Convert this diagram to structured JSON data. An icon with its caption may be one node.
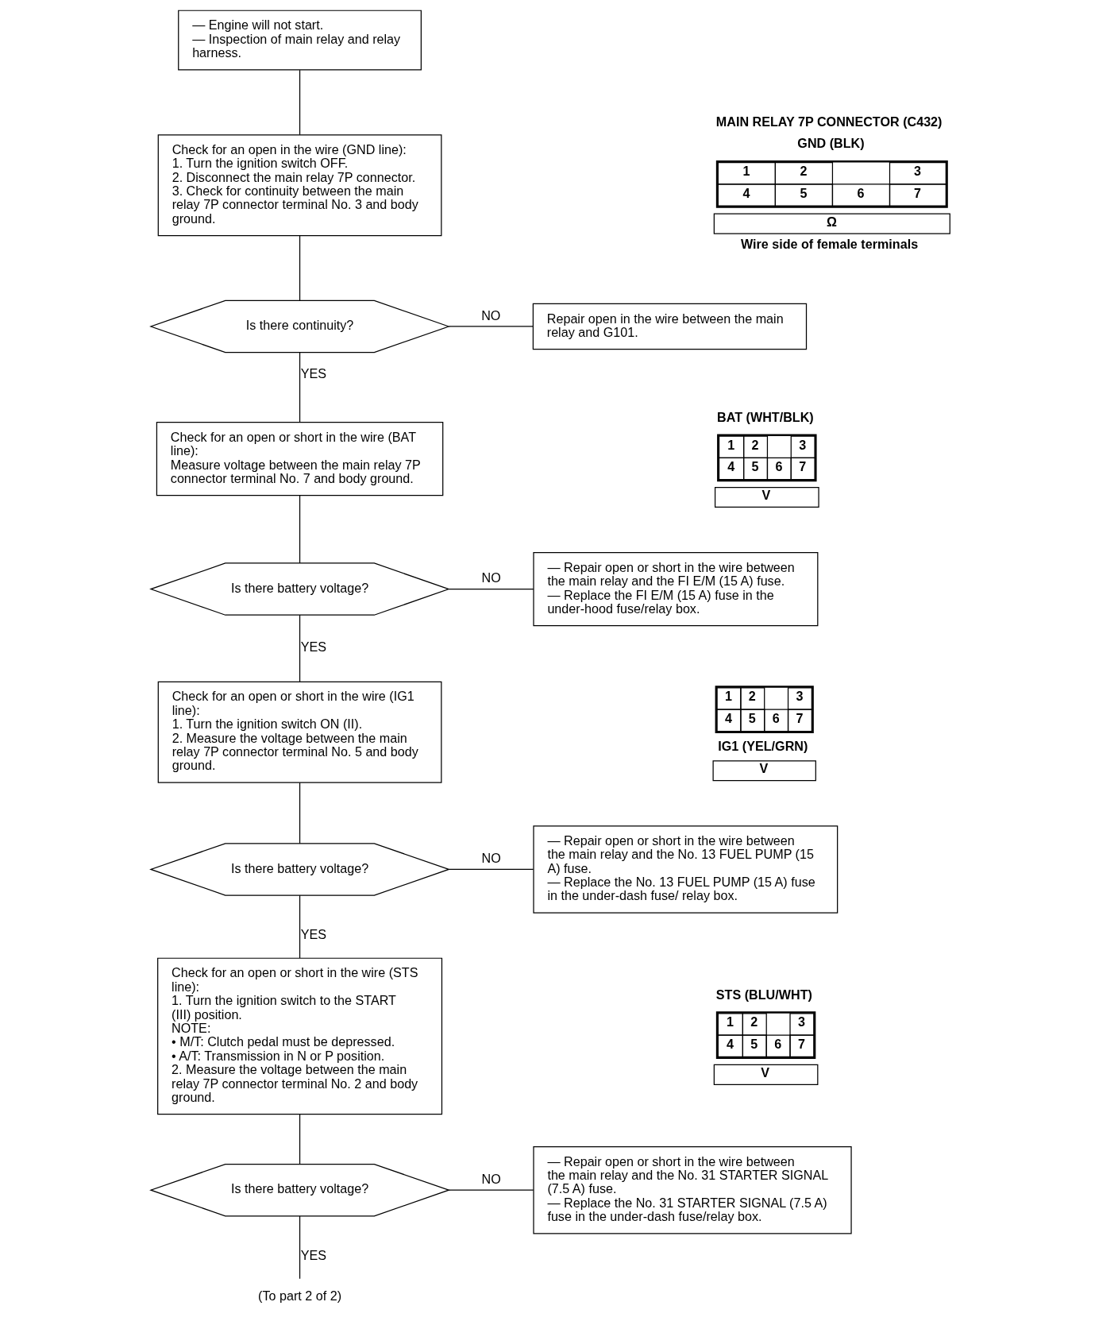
{
  "diagram": {
    "nodes": [
      {
        "text": [
          "— Engine will not start.",
          "— Inspection of main relay and relay harness."
        ]
      },
      {
        "text": [
          "Check for an open in the wire (GND line):",
          "1. Turn the ignition switch OFF.",
          "2. Disconnect the main relay 7P connector.",
          "3. Check for continuity between the main relay 7P connector terminal No. 3 and body ground."
        ]
      },
      {
        "text": [
          "Is there continuity?"
        ]
      },
      {
        "text": [
          "Repair open in the wire between the main relay and G101."
        ]
      },
      {
        "text": [
          "Check for an open or short in the wire (BAT line):",
          "Measure voltage between the main relay 7P connector terminal No. 7 and body ground."
        ]
      },
      {
        "text": [
          "Is there battery voltage?"
        ]
      },
      {
        "text": [
          "— Repair open or short in the wire between the main relay and the FI E/M (15 A) fuse.",
          "— Replace the FI E/M (15 A) fuse in the under-hood fuse/relay box."
        ]
      },
      {
        "text": [
          "Check for an open or short in the wire (IG1 line):",
          "1. Turn the ignition switch ON (II).",
          "2. Measure the voltage between the main relay 7P connector terminal No. 5 and body ground."
        ]
      },
      {
        "text": [
          "Is there battery voltage?"
        ]
      },
      {
        "text": [
          "— Repair open or short in the wire between the main relay and the No. 13 FUEL PUMP (15 A) fuse.",
          "— Replace the No. 13 FUEL PUMP (15 A) fuse in the under-dash fuse/ relay box."
        ]
      },
      {
        "text": [
          "Check for an open or short in the wire (STS line):",
          "1. Turn the ignition switch to the START (III) position.",
          "NOTE:",
          "• M/T: Clutch pedal must be depressed.",
          "• A/T: Transmission in N or P position.",
          "2. Measure the voltage between the main relay 7P connector terminal No. 2 and body ground."
        ]
      },
      {
        "text": [
          "Is there battery voltage?"
        ]
      },
      {
        "text": [
          "— Repair open or short in the wire between the main relay and the No. 31 STARTER SIGNAL (7.5 A) fuse.",
          "— Replace the No. 31 STARTER SIGNAL (7.5 A) fuse in the under-dash fuse/relay box."
        ]
      },
      {
        "text": [
          "(To part 2 of 2)"
        ]
      }
    ],
    "edges": [
      {
        "from": 0,
        "to": 1,
        "arrow": "none"
      },
      {
        "from": 1,
        "to": 2,
        "arrow": "none"
      },
      {
        "from": 2,
        "to": 3,
        "arrow": "none",
        "label": "NO"
      },
      {
        "from": 2,
        "to": 4,
        "arrow": "none",
        "label": "YES"
      },
      {
        "from": 4,
        "to": 5,
        "arrow": "none"
      },
      {
        "from": 5,
        "to": 6,
        "arrow": "none",
        "label": "NO"
      },
      {
        "from": 5,
        "to": 7,
        "arrow": "none",
        "label": "YES"
      },
      {
        "from": 7,
        "to": 8,
        "arrow": "none"
      },
      {
        "from": 8,
        "to": 9,
        "arrow": "none",
        "label": "NO"
      },
      {
        "from": 8,
        "to": 10,
        "arrow": "none",
        "label": "YES"
      },
      {
        "from": 10,
        "to": 11,
        "arrow": "none"
      },
      {
        "from": 11,
        "to": 12,
        "arrow": "none",
        "label": "NO"
      },
      {
        "from": 11,
        "to": 13,
        "arrow": "none",
        "label": "YES"
      }
    ],
    "labels": [
      "MAIN RELAY 7P CONNECTOR (C432)",
      "GND (BLK)",
      "1",
      "2",
      "3",
      "4",
      "5",
      "6",
      "7",
      "Ω",
      "Wire side of female terminals",
      "BAT (WHT/BLK)",
      "1",
      "2",
      "3",
      "4",
      "5",
      "6",
      "7",
      "V",
      "1",
      "2",
      "3",
      "4",
      "5",
      "6",
      "7",
      "IG1 (YEL/GRN)",
      "V",
      "STS (BLU/WHT)",
      "V",
      "1",
      "2",
      "3",
      "4",
      "5",
      "6",
      "7"
    ]
  }
}
